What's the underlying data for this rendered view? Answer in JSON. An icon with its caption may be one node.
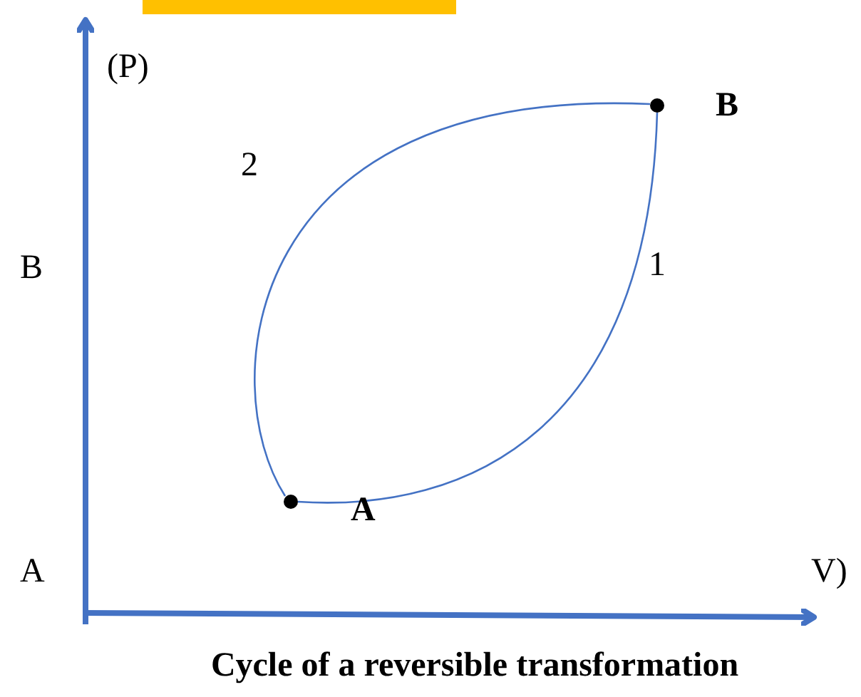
{
  "diagram": {
    "caption": "Cycle of a reversible transformation",
    "nodes": [
      {
        "text": [],
        "shape": "box"
      },
      {
        "text": [],
        "shape": "circle",
        "beside": [
          "B"
        ]
      },
      {
        "text": [],
        "shape": "circle",
        "beside": [
          "A"
        ]
      }
    ],
    "edges": [
      {
        "from": 2,
        "to": 1,
        "arrow": "none",
        "label": "1"
      },
      {
        "from": 2,
        "to": 1,
        "arrow": "none",
        "label": "2"
      }
    ],
    "labels": [
      "(P)",
      "B",
      "A",
      "V)"
    ]
  }
}
